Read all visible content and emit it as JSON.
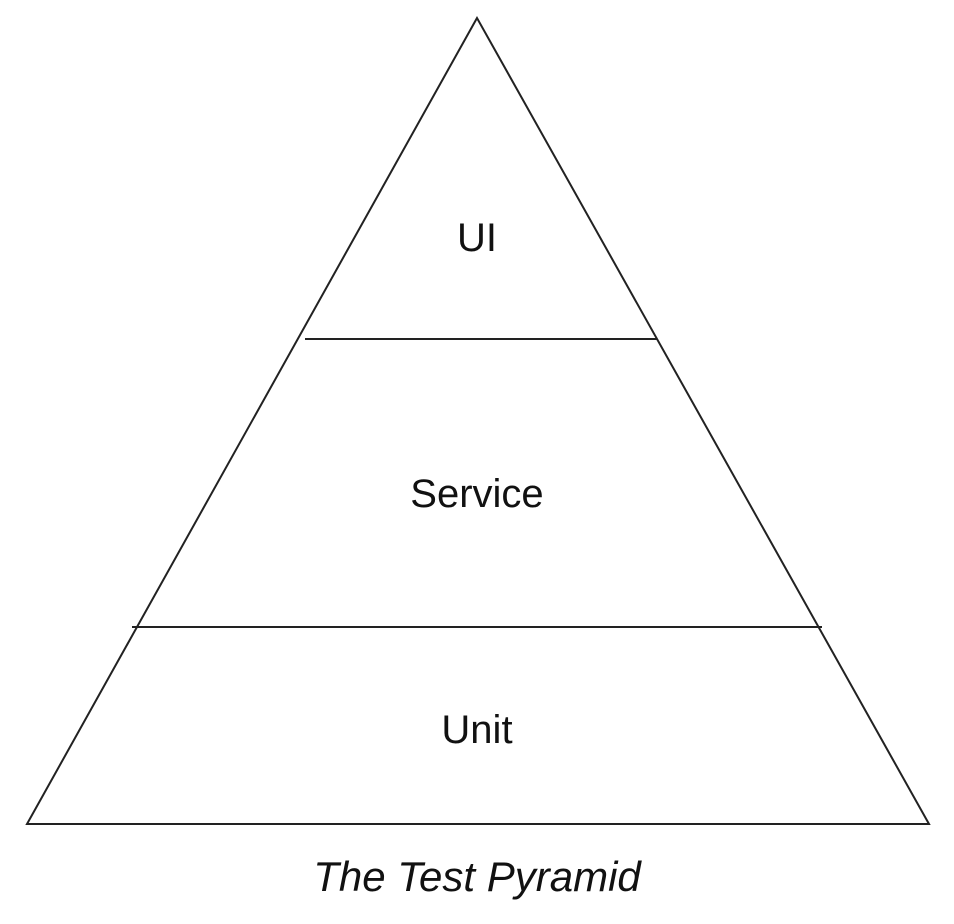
{
  "diagram": {
    "layers": [
      {
        "label": "UI"
      },
      {
        "label": "Service"
      },
      {
        "label": "Unit"
      }
    ],
    "caption": "The Test Pyramid",
    "stroke_color": "#222222",
    "text_color": "#111111",
    "background": "#ffffff"
  }
}
